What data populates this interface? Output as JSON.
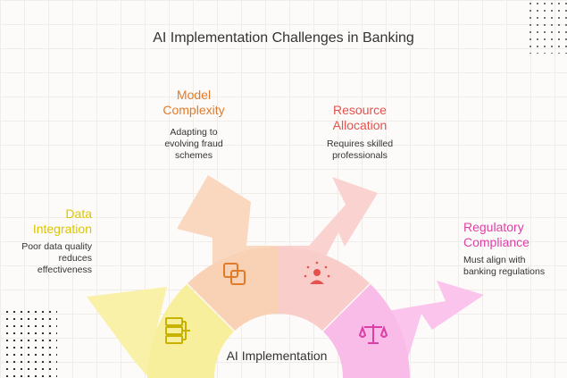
{
  "title": "AI Implementation Challenges in Banking",
  "center_label": "AI Implementation",
  "colors": {
    "data_integration": "#dcc600",
    "model_complexity": "#e17b2a",
    "resource_allocation": "#e5524e",
    "regulatory_compliance": "#dd3fa7"
  },
  "items": [
    {
      "heading_line1": "Data",
      "heading_line2": "Integration",
      "desc_line1": "Poor data quality",
      "desc_line2": "reduces",
      "desc_line3": "effectiveness",
      "icon": "database-stack-icon"
    },
    {
      "heading_line1": "Model",
      "heading_line2": "Complexity",
      "desc_line1": "Adapting to",
      "desc_line2": "evolving fraud",
      "desc_line3": "schemes",
      "icon": "overlapping-squares-icon"
    },
    {
      "heading_line1": "Resource",
      "heading_line2": "Allocation",
      "desc_line1": "Requires skilled",
      "desc_line2": "professionals",
      "icon": "professional-person-icon"
    },
    {
      "heading_line1": "Regulatory",
      "heading_line2": "Compliance",
      "desc_line1": "Must align with",
      "desc_line2": "banking regulations",
      "icon": "balance-scale-icon"
    }
  ]
}
